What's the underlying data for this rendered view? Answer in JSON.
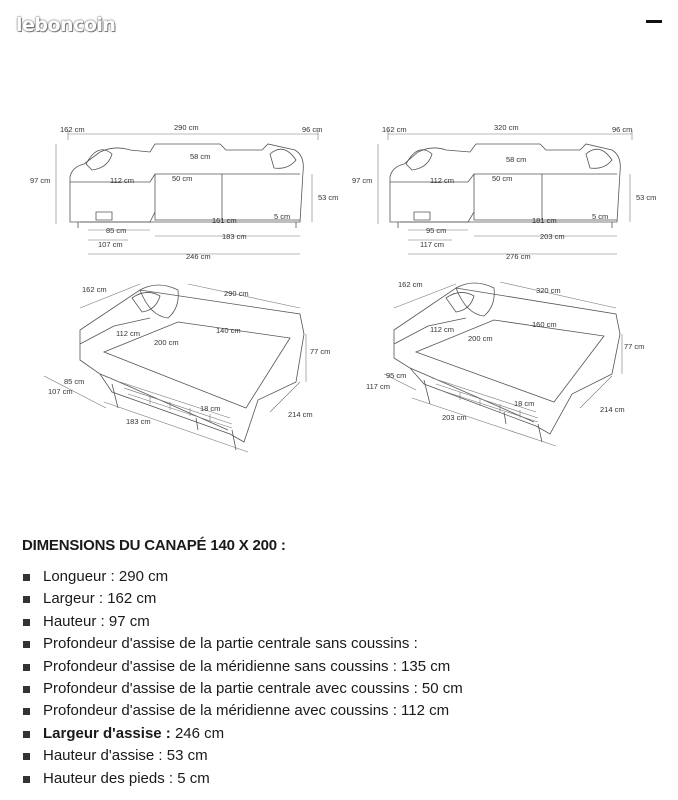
{
  "header": {
    "logo": "leboncoin"
  },
  "diagram": {
    "left": {
      "d162": "162 cm",
      "d290": "290 cm",
      "d96": "96 cm",
      "d97": "97 cm",
      "d58": "58 cm",
      "d112": "112 cm",
      "d50": "50 cm",
      "d53": "53 cm",
      "d161": "161 cm",
      "d5": "5 cm",
      "d85": "85 cm",
      "d183": "183 cm",
      "d107": "107 cm",
      "d246": "246 cm",
      "b162": "162 cm",
      "b290": "290 cm",
      "b112": "112 cm",
      "b140": "140 cm",
      "b200": "200 cm",
      "b77": "77 cm",
      "b85": "85 cm",
      "b107": "107 cm",
      "b18": "18 cm",
      "b214": "214 cm",
      "b183": "183 cm"
    },
    "right": {
      "d162": "162 cm",
      "d320": "320 cm",
      "d96": "96 cm",
      "d97": "97 cm",
      "d58": "58 cm",
      "d112": "112 cm",
      "d50": "50 cm",
      "d53": "53 cm",
      "d181": "181 cm",
      "d5": "5 cm",
      "d95": "95 cm",
      "d203": "203 cm",
      "d117": "117 cm",
      "d276": "276 cm",
      "b162": "162 cm",
      "b320": "320 cm",
      "b112": "112 cm",
      "b160": "160 cm",
      "b200": "200 cm",
      "b77": "77 cm",
      "b95": "95 cm",
      "b117": "117 cm",
      "b18": "18 cm",
      "b214": "214 cm",
      "b203": "203 cm"
    }
  },
  "specs": {
    "heading": "DIMENSIONS DU CANAPÉ 140 X 200 :",
    "items": [
      {
        "label": "",
        "text": "Longueur : 290 cm"
      },
      {
        "label": "",
        "text": "Largeur : 162 cm"
      },
      {
        "label": "",
        "text": "Hauteur : 97 cm"
      },
      {
        "label": "",
        "text": "Profondeur d'assise de la partie centrale sans coussins :"
      },
      {
        "label": "",
        "text": "Profondeur d'assise de la méridienne sans coussins : 135 cm"
      },
      {
        "label": "",
        "text": "Profondeur d'assise de la partie centrale avec coussins : 50 cm"
      },
      {
        "label": "",
        "text": "Profondeur d'assise de la méridienne avec coussins : 112 cm"
      },
      {
        "label": "Largeur d'assise :",
        "text": " 246 cm"
      },
      {
        "label": "",
        "text": "Hauteur d'assise : 53 cm"
      },
      {
        "label": "",
        "text": "Hauteur des pieds : 5 cm"
      }
    ]
  }
}
